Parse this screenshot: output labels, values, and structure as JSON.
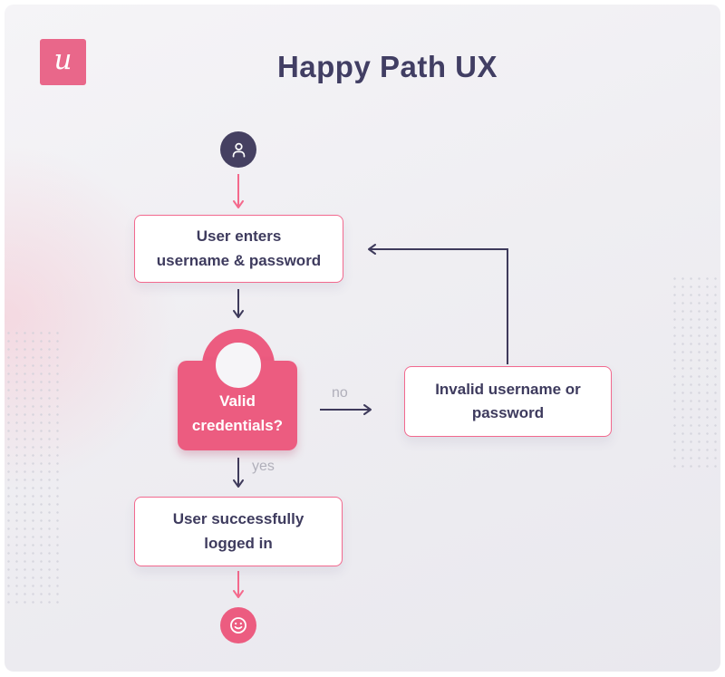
{
  "header": {
    "title": "Happy Path UX",
    "logo_letter": "u"
  },
  "flow": {
    "start_icon": "user-icon",
    "end_icon": "smiley-icon",
    "nodes": {
      "enter_credentials": {
        "label": "User enters\nusername & password"
      },
      "valid_credentials": {
        "label": "Valid\ncredentials?"
      },
      "invalid_credentials": {
        "label": "Invalid username or\npassword"
      },
      "logged_in": {
        "label": "User successfully\nlogged in"
      }
    },
    "edges": {
      "no_label": "no",
      "yes_label": "yes"
    }
  },
  "colors": {
    "accent_pink": "#EC5C80",
    "border_pink": "#F2698E",
    "arrow_pink": "#F4698C",
    "dark_navy": "#3E3A5B",
    "label_gray": "#B0AFBA",
    "canvas_background": "#EFEEF2",
    "badge_navy": "#454061"
  }
}
